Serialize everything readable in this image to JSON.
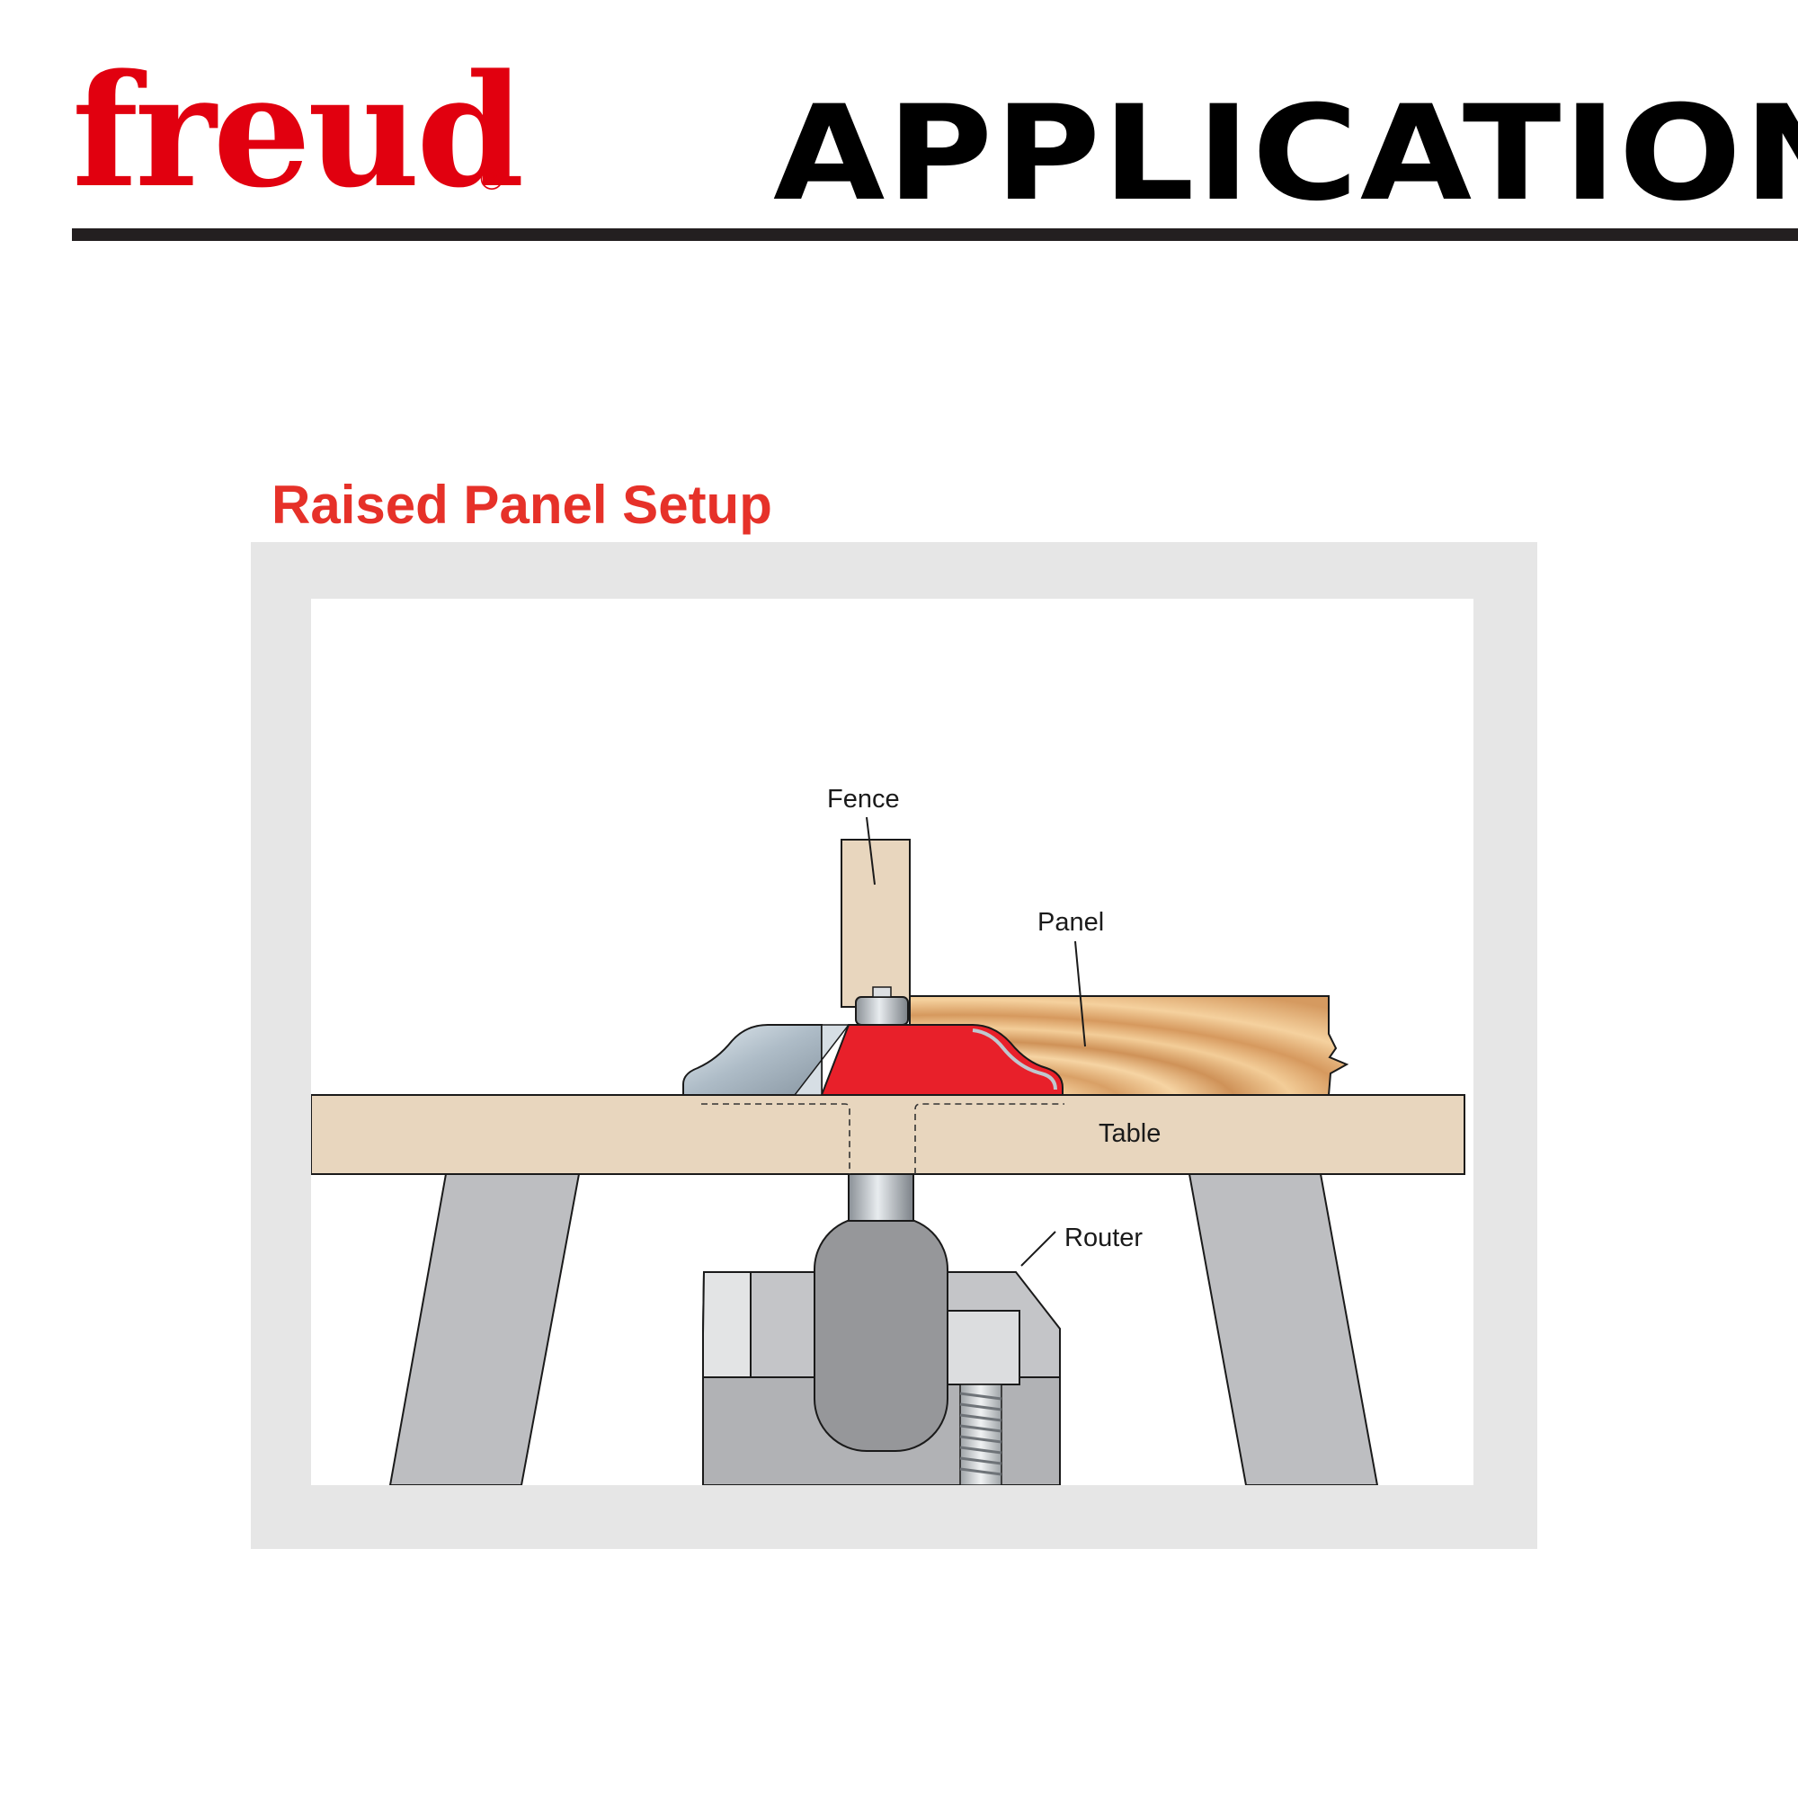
{
  "brand": {
    "logo_text": "freud",
    "registered_mark": "®",
    "color": "#e1000f"
  },
  "header": {
    "title": "APPLICATION"
  },
  "diagram": {
    "title": "Raised Panel Setup",
    "title_color": "#e63129",
    "labels": {
      "fence": "Fence",
      "panel": "Panel",
      "table": "Table",
      "router": "Router"
    },
    "colors": {
      "frame": "#e6e6e6",
      "table_wood": "#e8d6be",
      "bit_red": "#e8202a",
      "bit_steel": "#b9c6d0",
      "legs_gray": "#bdbec1",
      "router_gray": "#96979a"
    }
  }
}
